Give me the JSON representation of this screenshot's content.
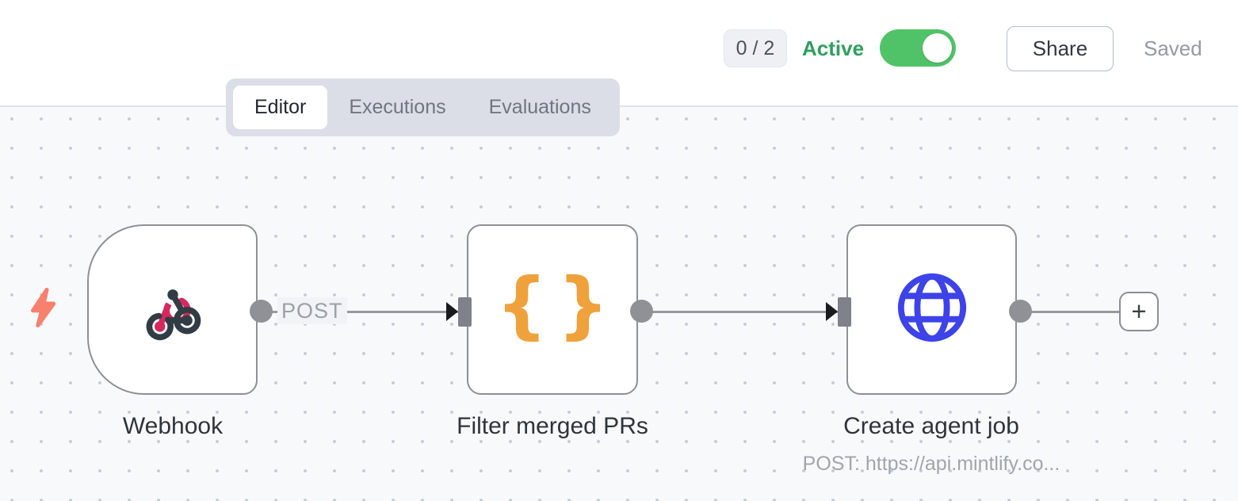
{
  "header": {
    "counter_badge": "0 / 2",
    "active_label": "Active",
    "toggle_state": "on",
    "share_label": "Share",
    "saved_label": "Saved"
  },
  "tabs": [
    {
      "label": "Editor",
      "active": true
    },
    {
      "label": "Executions",
      "active": false
    },
    {
      "label": "Evaluations",
      "active": false
    }
  ],
  "workflow": {
    "nodes": [
      {
        "title": "Webhook",
        "icon": "webhook-icon",
        "shape": "rounded-left-trigger",
        "output_label": "POST"
      },
      {
        "title": "Filter merged PRs",
        "icon": "code-braces-icon",
        "icon_glyphs": [
          "{",
          "}"
        ]
      },
      {
        "title": "Create agent job",
        "icon": "globe-icon",
        "subtitle": "POST: https://api.mintlify.co..."
      }
    ],
    "connection_label": "POST",
    "add_node_button": "+"
  },
  "colors": {
    "active_green": "#2f9e5e",
    "toggle_green": "#50c368",
    "canvas_bg": "#f8f9fb",
    "node_border": "#8e9096",
    "webhook_pink": "#d5295d",
    "webhook_dark": "#313c45",
    "braces_orange": "#efa13c",
    "globe_blue": "#3d43e8",
    "bolt_coral": "#f8816e",
    "connector_gray": "#97999f"
  }
}
